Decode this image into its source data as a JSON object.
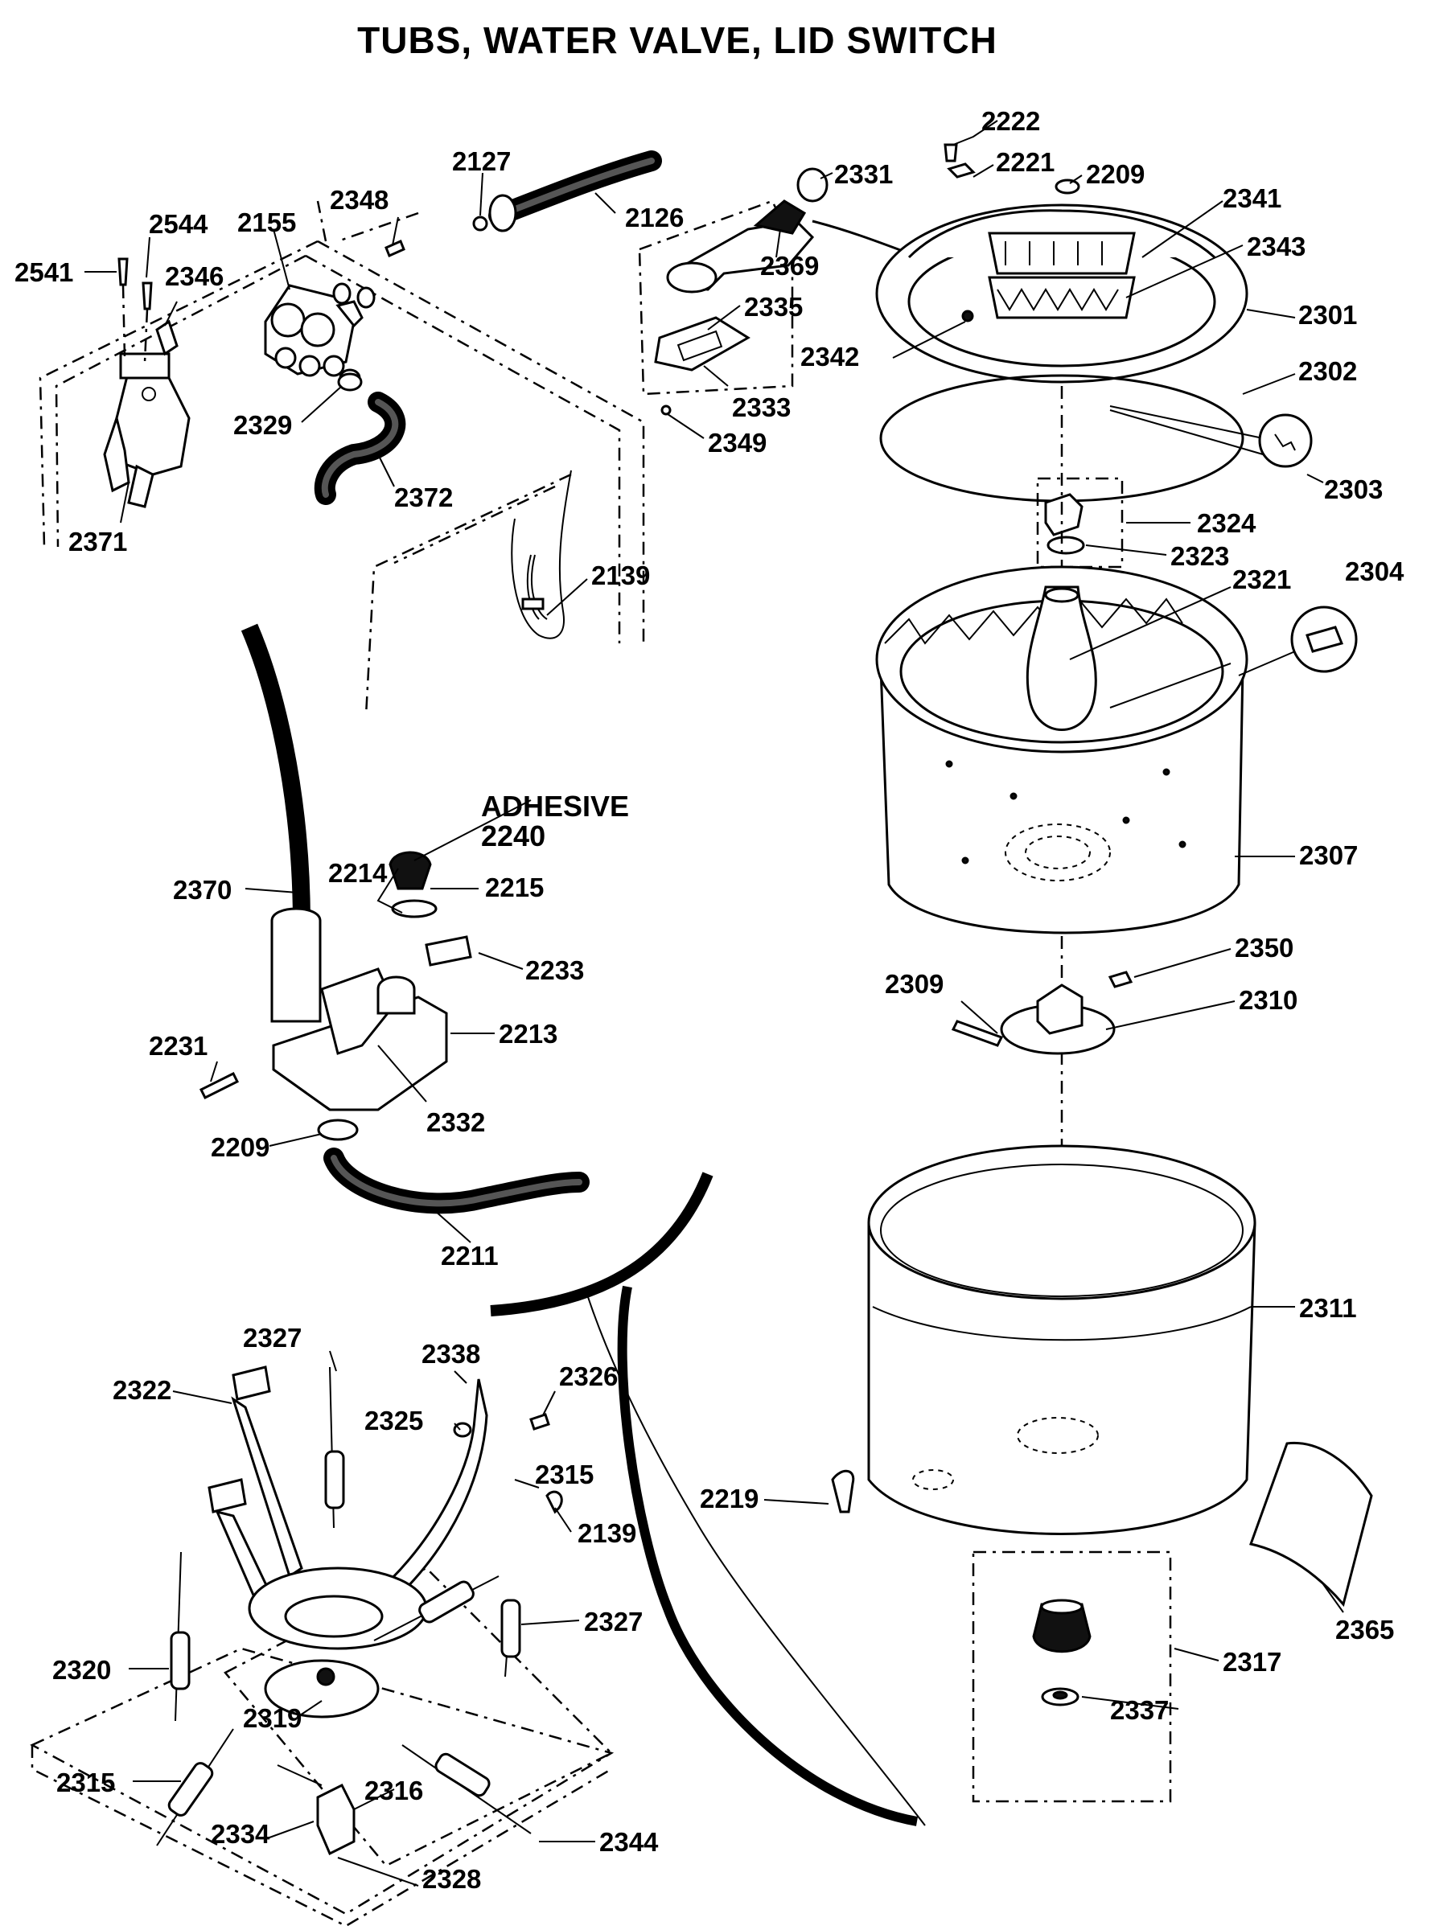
{
  "title": "TUBS, WATER VALVE, LID SWITCH",
  "labels": {
    "l2222": "2222",
    "l2221": "2221",
    "l2209a": "2209",
    "l2331": "2331",
    "l2341": "2341",
    "l2343": "2343",
    "l2301": "2301",
    "l2302": "2302",
    "l2303": "2303",
    "l2342": "2342",
    "l2127": "2127",
    "l2126": "2126",
    "l2369": "2369",
    "l2335": "2335",
    "l2333": "2333",
    "l2349": "2349",
    "l2348": "2348",
    "l2155": "2155",
    "l2544": "2544",
    "l2541": "2541",
    "l2346": "2346",
    "l2329": "2329",
    "l2372": "2372",
    "l2371": "2371",
    "l2139a": "2139",
    "l2324": "2324",
    "l2323": "2323",
    "l2321": "2321",
    "l2304": "2304",
    "l2307": "2307",
    "l2350": "2350",
    "l2309": "2309",
    "l2310": "2310",
    "l2311": "2311",
    "adhesive": "ADHESIVE",
    "l2240": "2240",
    "l2214": "2214",
    "l2215": "2215",
    "l2370": "2370",
    "l2233": "2233",
    "l2213": "2213",
    "l2231": "2231",
    "l2332": "2332",
    "l2209b": "2209",
    "l2211": "2211",
    "l2327a": "2327",
    "l2338": "2338",
    "l2326": "2326",
    "l2322": "2322",
    "l2325": "2325",
    "l2315a": "2315",
    "l2139b": "2139",
    "l2219": "2219",
    "l2365": "2365",
    "l2317": "2317",
    "l2337": "2337",
    "l2327b": "2327",
    "l2320": "2320",
    "l2319": "2319",
    "l2315b": "2315",
    "l2316": "2316",
    "l2334": "2334",
    "l2344": "2344",
    "l2328": "2328"
  }
}
